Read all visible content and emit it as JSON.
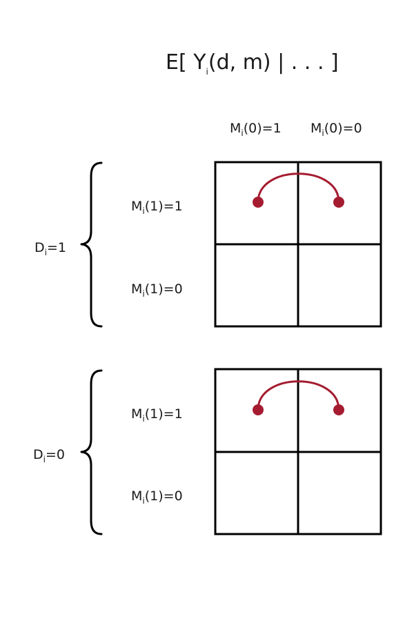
{
  "title": {
    "prefix": "E[ Y",
    "sub": "i",
    "suffix": "(d, m) | . . . ]"
  },
  "columns": [
    {
      "main": "M",
      "sub": "i",
      "rest": "(0)=1"
    },
    {
      "main": "M",
      "sub": "i",
      "rest": "(0)=0"
    }
  ],
  "panels": [
    {
      "group": {
        "main": "D",
        "sub": "i",
        "rest": "=1"
      },
      "rows": [
        {
          "main": "M",
          "sub": "i",
          "rest": "(1)=1"
        },
        {
          "main": "M",
          "sub": "i",
          "rest": "(1)=0"
        }
      ]
    },
    {
      "group": {
        "main": "D",
        "sub": "i",
        "rest": "=0"
      },
      "rows": [
        {
          "main": "M",
          "sub": "i",
          "rest": "(1)=1"
        },
        {
          "main": "M",
          "sub": "i",
          "rest": "(1)=0"
        }
      ]
    }
  ],
  "colors": {
    "accent": "#a51c30",
    "line": "#000000"
  }
}
